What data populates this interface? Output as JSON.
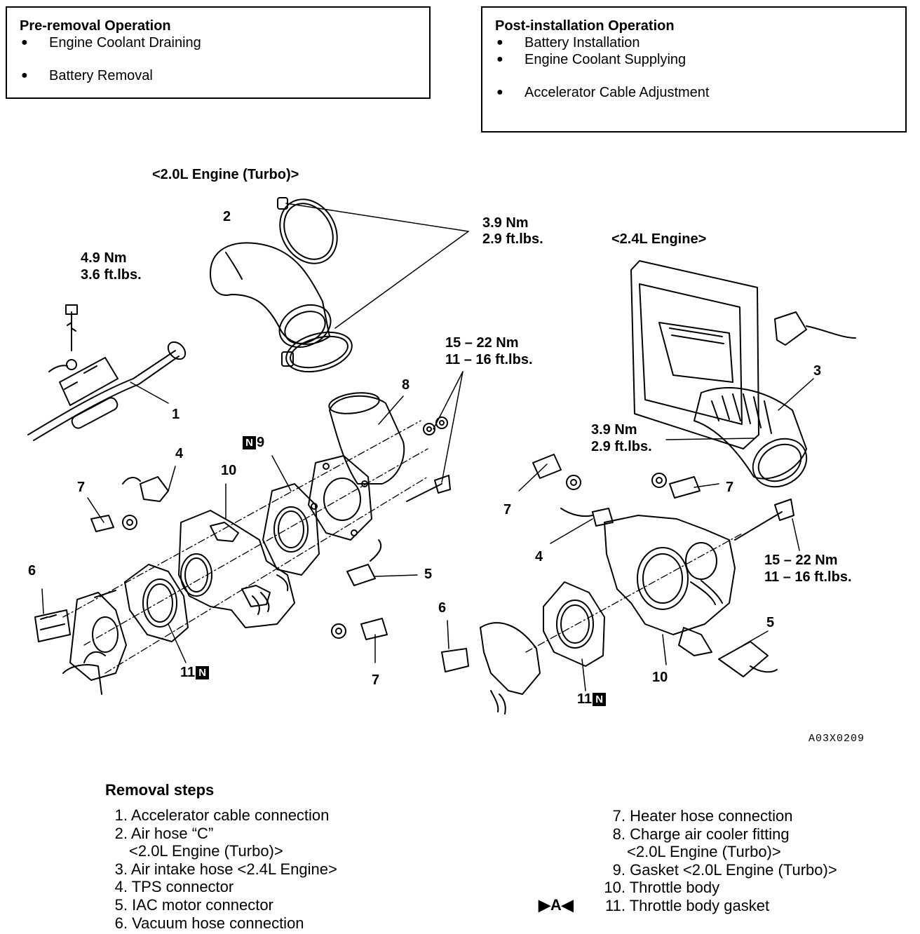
{
  "pre_removal": {
    "title": "Pre-removal Operation",
    "items": [
      "Engine Coolant Draining",
      "Battery Removal"
    ]
  },
  "post_installation": {
    "title": "Post-installation Operation",
    "items": [
      "Battery Installation",
      "Engine Coolant Supplying",
      "Accelerator Cable Adjustment"
    ]
  },
  "diagram": {
    "turbo_label": "<2.0L Engine (Turbo)>",
    "engine24_label": "<2.4L Engine>",
    "torques": {
      "t1_nm": "4.9 Nm",
      "t1_ft": "3.6 ft.lbs.",
      "t2_nm": "3.9 Nm",
      "t2_ft": "2.9 ft.lbs.",
      "t3_nm": "15 – 22 Nm",
      "t3_ft": "11 – 16 ft.lbs.",
      "t4_nm": "3.9 Nm",
      "t4_ft": "2.9 ft.lbs.",
      "t5_nm": "15 – 22 Nm",
      "t5_ft": "11 – 16 ft.lbs."
    },
    "callouts": {
      "c1": "1",
      "c2": "2",
      "c3": "3",
      "c4a": "4",
      "c4b": "4",
      "c5a": "5",
      "c5b": "5",
      "c6a": "6",
      "c6b": "6",
      "c7a": "7",
      "c7b": "7",
      "c7c": "7",
      "c7d": "7",
      "c8": "8",
      "c9": "9",
      "c10a": "10",
      "c10b": "10",
      "c11a": "11",
      "c11b": "11",
      "badge": "N"
    },
    "figure_code": "A03X0209"
  },
  "removal_steps": {
    "title": "Removal steps",
    "left": [
      {
        "num": "1.",
        "text": "Accelerator cable connection"
      },
      {
        "num": "2.",
        "text": "Air hose “C”"
      },
      {
        "num": "",
        "text": "<2.0L Engine (Turbo)>"
      },
      {
        "num": "3.",
        "text": "Air intake hose <2.4L  Engine>"
      },
      {
        "num": "4.",
        "text": "TPS connector"
      },
      {
        "num": "5.",
        "text": "IAC motor connector"
      },
      {
        "num": "6.",
        "text": "Vacuum hose connection"
      }
    ],
    "right": [
      {
        "num": "7.",
        "text": "Heater hose connection"
      },
      {
        "num": "8.",
        "text": "Charge air cooler fitting"
      },
      {
        "num": "",
        "text": "<2.0L Engine (Turbo)>"
      },
      {
        "num": "9.",
        "text": "Gasket <2.0L Engine (Turbo)>"
      },
      {
        "num": "10.",
        "text": "Throttle body"
      },
      {
        "num": "11.",
        "text": "Throttle body gasket"
      }
    ],
    "marker": "▶A◀"
  }
}
